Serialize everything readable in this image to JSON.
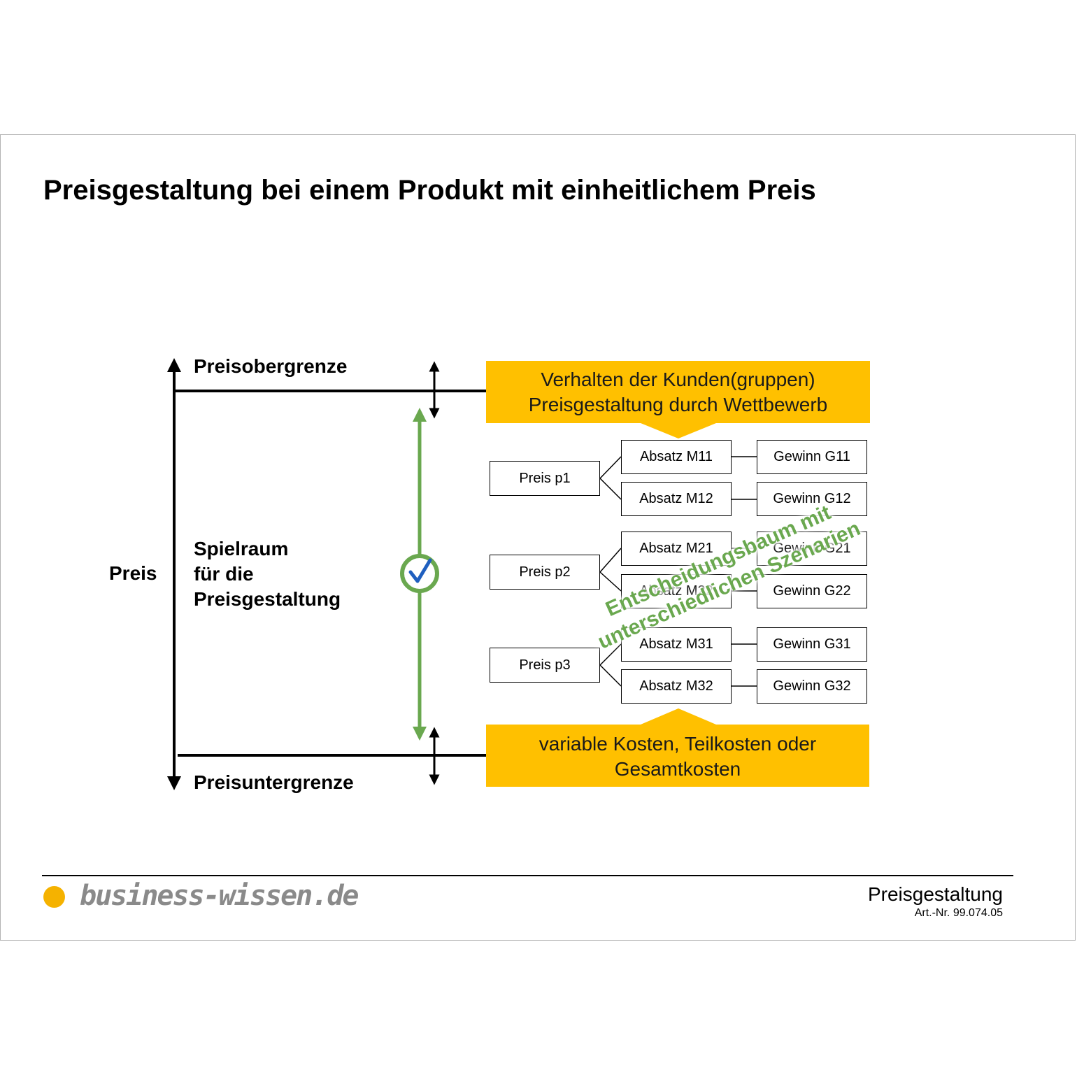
{
  "title": "Preisgestaltung bei einem Produkt mit einheitlichem Preis",
  "axis": {
    "label": "Preis",
    "upper": "Preisobergrenze",
    "lower": "Preisuntergrenze"
  },
  "spielraum": [
    "Spielraum",
    "für die",
    "Preisgestaltung"
  ],
  "callout_top": [
    "Verhalten der Kunden(gruppen)",
    "Preisgestaltung durch Wettbewerb"
  ],
  "callout_bottom": [
    "variable Kosten, Teilkosten oder",
    "Gesamtkosten"
  ],
  "tree": {
    "prices": [
      "Preis p1",
      "Preis p2",
      "Preis p3"
    ],
    "absatz": [
      "Absatz M11",
      "Absatz M12",
      "Absatz M21",
      "Absatz M22",
      "Absatz M31",
      "Absatz M32"
    ],
    "gewinn": [
      "Gewinn G11",
      "Gewinn G12",
      "Gewinn G21",
      "Gewinn G22",
      "Gewinn G31",
      "Gewinn G32"
    ]
  },
  "overlay": [
    "Entscheidungsbaum mit",
    "unterschiedlichen Szenarien"
  ],
  "footer": {
    "brand": "business-wissen.de",
    "topic": "Preisgestaltung",
    "article": "Art.-Nr. 99.074.05"
  },
  "colors": {
    "callout": "#ffc000",
    "green": "#6aa84f",
    "check": "#1f5fbf",
    "brand_dot": "#f5b200",
    "brand_text": "#8a8a8a"
  },
  "icons": [
    "checkmark-icon"
  ]
}
